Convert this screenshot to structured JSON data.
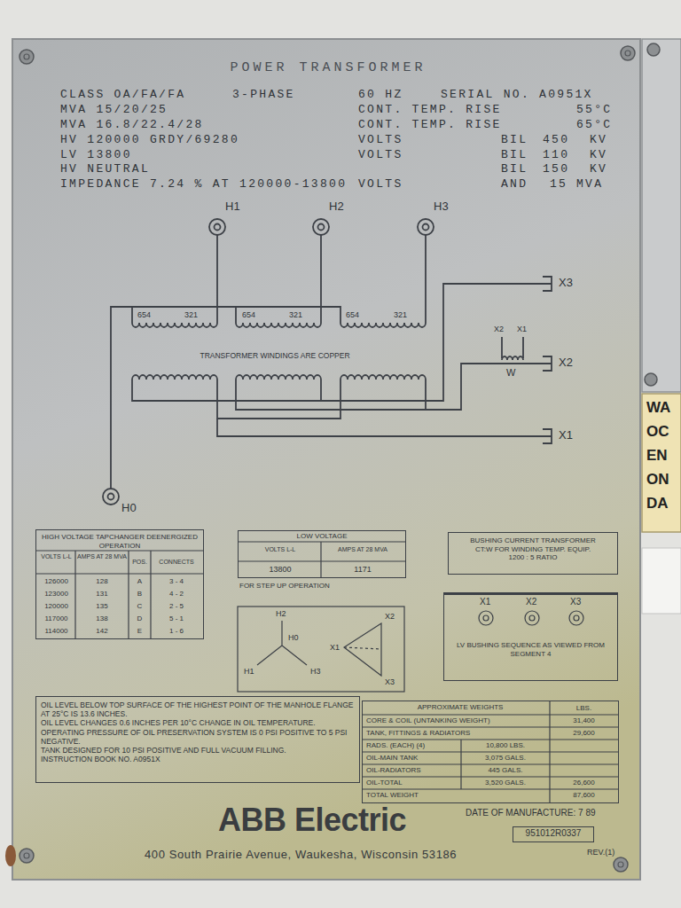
{
  "diagram": {
    "title": "POWER TRANSFORMER",
    "nodes": [
      {
        "text": [
          "HIGH VOLTAGE TAPCHANGER DEENERGIZED OPERATION"
        ]
      },
      {
        "text": [
          "LOW VOLTAGE"
        ]
      },
      {
        "text": [
          "BUSHING CURRENT TRANSFORMER",
          "CT:W FOR WINDING TEMP. EQUIP.",
          "1200 : 5 RATIO"
        ]
      },
      {
        "text": [
          "LV BUSHING SEQUENCE AS VIEWED FROM SEGMENT 4"
        ]
      },
      {
        "text": [
          "OIL LEVEL BELOW TOP SURFACE OF THE HIGHEST POINT OF THE MANHOLE FLANGE AT 25°C IS 13.6 INCHES.",
          "OIL LEVEL CHANGES 0.6 INCHES PER 10°C CHANGE IN OIL TEMPERATURE.",
          "OPERATING PRESSURE OF OIL PRESERVATION SYSTEM IS 0 PSI POSITIVE TO 5 PSI NEGATIVE.",
          "TANK DESIGNED FOR 10 PSI POSITIVE AND FULL VACUUM FILLING.",
          "INSTRUCTION BOOK NO. A0951X"
        ]
      },
      {
        "text": [
          "APPROXIMATE WEIGHTS"
        ]
      },
      {
        "text": [
          "951012R0337"
        ]
      }
    ],
    "labels": [
      "CLASS OA/FA/FA",
      "3-PHASE",
      "60 HZ",
      "SERIAL NO. A0951X",
      "MVA 15/20/25",
      "CONT. TEMP. RISE",
      "55°C",
      "MVA 16.8/22.4/28",
      "CONT. TEMP. RISE",
      "65°C",
      "HV 120000 GRDY/69280",
      "VOLTS",
      "BIL",
      "450",
      "KV",
      "LV 13800",
      "VOLTS",
      "BIL",
      "110",
      "KV",
      "HV NEUTRAL",
      "BIL",
      "150",
      "KV",
      "IMPEDANCE 7.24 % AT 120000-13800",
      "VOLTS",
      "AND",
      "15",
      "MVA",
      "H1",
      "H2",
      "H3",
      "654",
      "321",
      "654",
      "321",
      "654",
      "321",
      "TRANSFORMER WINDINGS ARE COPPER",
      "X3",
      "X2",
      "X1",
      "W",
      "X2",
      "X1",
      "H0",
      "VOLTS L-L",
      "AMPS AT 28 MVA",
      "POS.",
      "CONNECTS",
      "126000",
      "128",
      "A",
      "3 - 4",
      "123000",
      "131",
      "B",
      "4 - 2",
      "120000",
      "135",
      "C",
      "2 - 5",
      "117000",
      "138",
      "D",
      "5 - 1",
      "114000",
      "142",
      "E",
      "1 - 6",
      "VOLTS L-L",
      "AMPS AT 28 MVA",
      "13800",
      "1171",
      "FOR STEP UP OPERATION",
      "H2",
      "H0",
      "H1",
      "H3",
      "X2",
      "X1",
      "X3",
      "X1",
      "X2",
      "X3",
      "LBS.",
      "CORE & COIL (UNTANKING WEIGHT)",
      "31,400",
      "TANK, FITTINGS & RADIATORS",
      "29,600",
      "RADS. (EACH) (4)",
      "10,800 LBS.",
      "OIL-MAIN TANK",
      "3,075 GALS.",
      "OIL-RADIATORS",
      "445 GALS.",
      "OIL-TOTAL",
      "3,520 GALS.",
      "26,600",
      "TOTAL WEIGHT",
      "87,600",
      "DATE OF MANUFACTURE: 7 89",
      "REV.(1)",
      "ABB Electric",
      "400 South Prairie Avenue, Waukesha, Wisconsin 53186",
      "WA",
      "OC",
      "EN",
      "ON",
      "DA"
    ]
  }
}
